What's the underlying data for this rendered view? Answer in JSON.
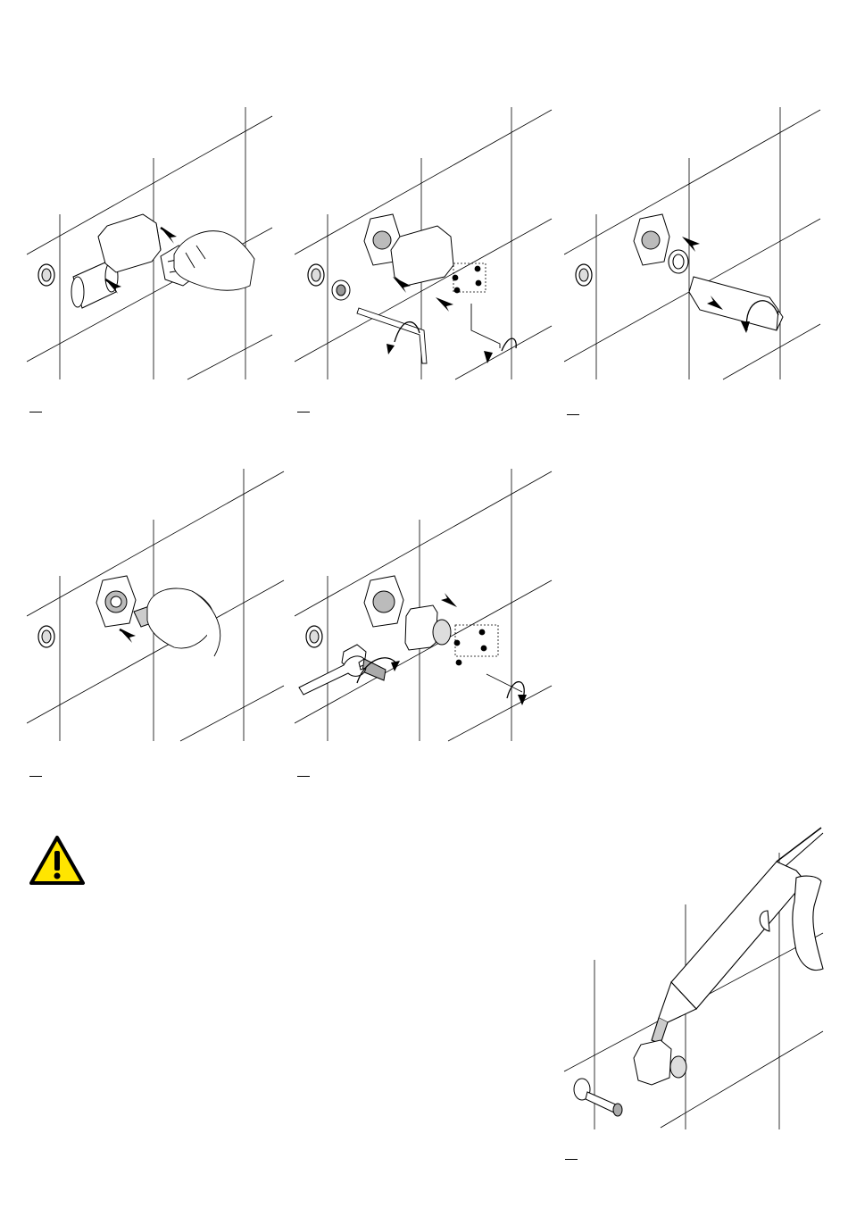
{
  "document": {
    "steps": [
      {
        "id": 1,
        "illustration": "remove-cover-and-sleeve"
      },
      {
        "id": 2,
        "illustration": "unscrew-bushing-and-plate-with-hex-key"
      },
      {
        "id": 3,
        "illustration": "unscrew-nut-with-box-spanner"
      },
      {
        "id": 4,
        "illustration": "remove-cartridge-by-hand"
      },
      {
        "id": 5,
        "illustration": "fit-adapter-and-mount-unit"
      },
      {
        "id": 6,
        "illustration": "seal-with-silicone-gun"
      }
    ],
    "warning_icon": "warning-triangle-icon",
    "colors": {
      "line": "#000000",
      "warning_fill": "#FFE500",
      "warning_border": "#000000"
    }
  }
}
